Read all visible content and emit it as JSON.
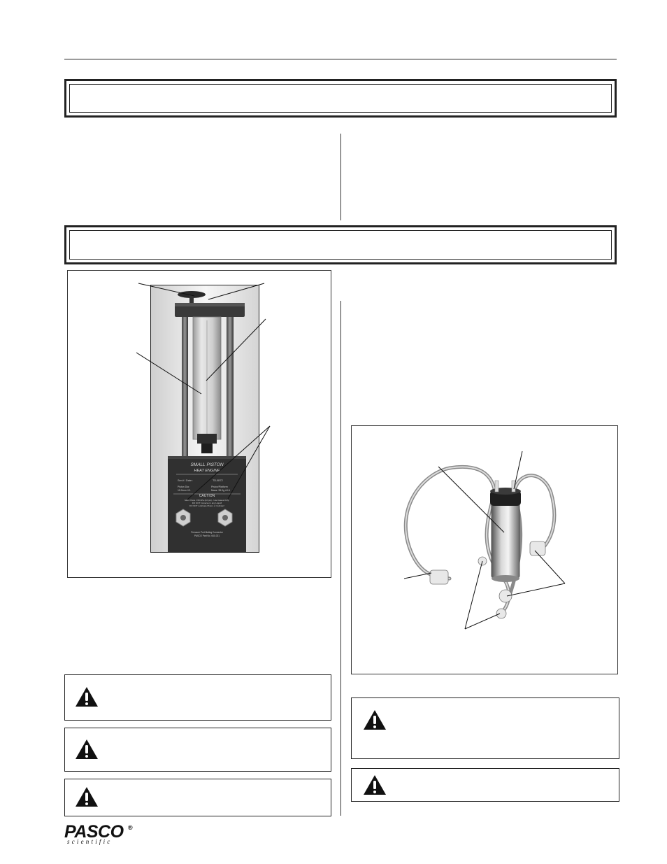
{
  "engine_label": {
    "title": "SMALL PISTON",
    "subtitle": "HEAT ENGINE",
    "serial": "Ser.# / Date :",
    "part": "TD-8572",
    "piston_dia": "Piston Dia :",
    "piston_dia_val": "15.9mm I.D.",
    "piston_mass": "Piston/Platform",
    "piston_mass_val": "Mass: 35.0g ±0.6",
    "caution": "CAUTION",
    "caution_line1": "Max. Press. 150 kPa (22 psi) - Use Gases Only.",
    "caution_line2": "DO NOT immerse in any Liquid!",
    "caution_line3": "DO NOT Lubricate Piston or Cylinder!",
    "footer1": "Pressure Port Mating Connector",
    "footer2": "PASCO Part No. 640-021"
  },
  "logo": {
    "name": "PASCO",
    "registered": "®",
    "tagline": "scientific"
  },
  "colors": {
    "ink": "#111111",
    "frame": "#222222"
  },
  "icons": [
    "warning-triangle-icon"
  ]
}
